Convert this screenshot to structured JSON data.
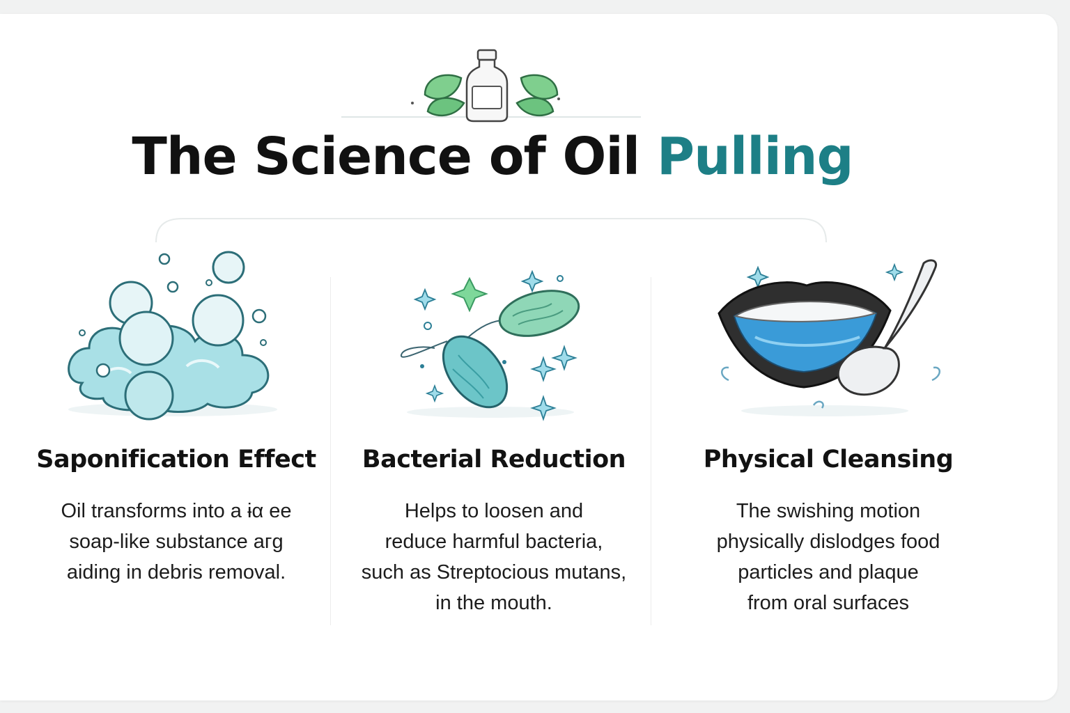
{
  "header": {
    "title_main": "The Science of Oil ",
    "title_accent": "Pulling",
    "icon": "oil-bottle-with-leaves-icon"
  },
  "colors": {
    "accent": "#1d7f86",
    "leaf_green": "#5cb87a",
    "bubble_blue": "#9fd9df",
    "bacteria_teal": "#67c2c4",
    "bacteria_green": "#86d3b0",
    "mouth_blue": "#3a9bd8"
  },
  "sections": [
    {
      "icon": "soap-bubbles-icon",
      "heading": "Saponification Effect",
      "lines": [
        "Oil transforms into a ɨα ee",
        "soap-like substance aгɡ",
        "aiding in debris removal."
      ]
    },
    {
      "icon": "bacteria-icon",
      "heading": "Bacterial Reduction",
      "lines": [
        "Helps to loosen and",
        "reduce harmful bacteria,",
        "such as Streptocious mutans,",
        "in the mouth."
      ]
    },
    {
      "icon": "mouth-swish-icon",
      "heading": "Physical Cleansing",
      "lines": [
        "The swishing motion",
        "physically dislodges  food",
        "particles and plaque",
        "from oral surfaces"
      ]
    }
  ]
}
